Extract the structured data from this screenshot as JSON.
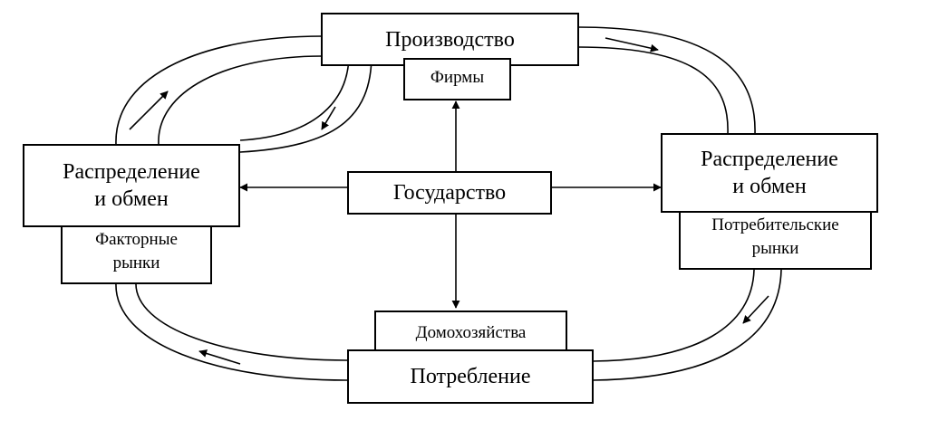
{
  "diagram": {
    "production": "Производство",
    "firms": "Фирмы",
    "state": "Государство",
    "distribution_left": [
      "Распределение",
      "и обмен"
    ],
    "factor_markets": [
      "Факторные",
      "рынки"
    ],
    "distribution_right": [
      "Распределение",
      "и обмен"
    ],
    "consumer_markets": [
      "Потребительские",
      "рынки"
    ],
    "households": "Домохозяйства",
    "consumption": "Потребление"
  },
  "style": {
    "line_color": "#000000",
    "background": "#ffffff"
  }
}
